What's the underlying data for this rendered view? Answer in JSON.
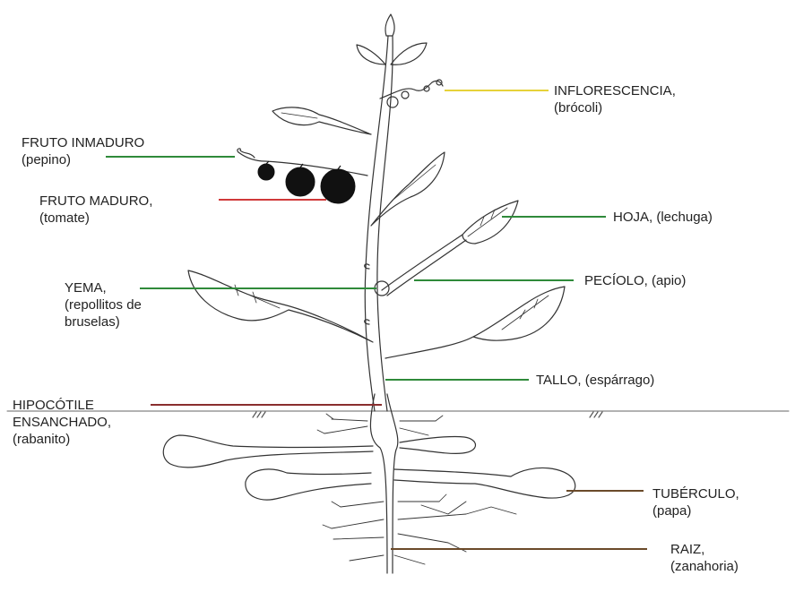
{
  "labels": {
    "inflorescencia": {
      "line1": "INFLORESCENCIA,",
      "line2": "(brócoli)",
      "color": "#e6d23a"
    },
    "fruto_inmaduro": {
      "line1": "FRUTO INMADURO",
      "line2": "(pepino)",
      "color": "#2f8a3a"
    },
    "fruto_maduro": {
      "line1": "FRUTO MADURO,",
      "line2": "(tomate)",
      "color": "#d0393a"
    },
    "hoja": {
      "line1": "HOJA, (lechuga)",
      "color": "#2f8a3a"
    },
    "yema": {
      "line1": "YEMA,",
      "line2": "(repollitos de",
      "line3": "bruselas)",
      "color": "#2f8a3a"
    },
    "peciolo": {
      "line1": "PECÍOLO, (apio)",
      "color": "#2f8a3a"
    },
    "tallo": {
      "line1": "TALLO, (espárrago)",
      "color": "#2f8a3a"
    },
    "hipocotile": {
      "line1": "HIPOCÓTILE",
      "line2": "ENSANCHADO,",
      "line3": "(rabanito)",
      "color": "#8a2e2e"
    },
    "tuberculo": {
      "line1": "TUBÉRCULO,",
      "line2": "(papa)",
      "color": "#6b4a2a"
    },
    "raiz": {
      "line1": "RAIZ,",
      "line2": "(zanahoria)",
      "color": "#6b4a2a"
    }
  }
}
